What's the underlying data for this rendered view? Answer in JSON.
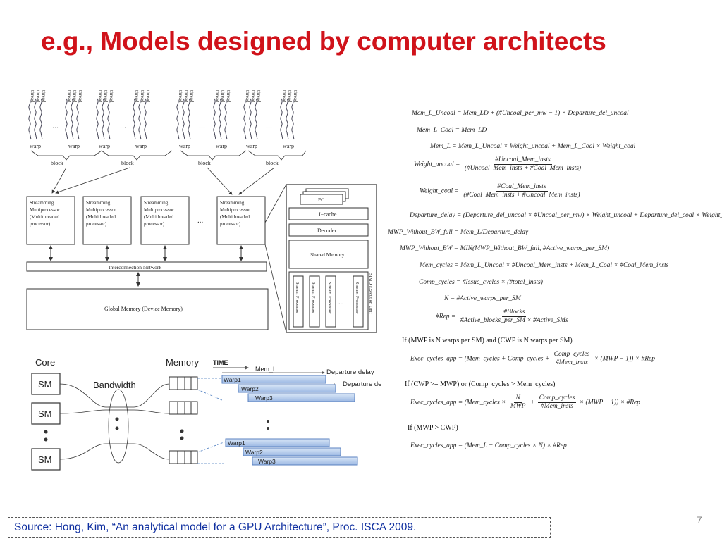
{
  "title": "e.g., Models designed by computer architects",
  "arch": {
    "thread_label": "thread",
    "warp_label": "warp",
    "block_label": "block",
    "sm_lines": [
      "Streamming",
      "Multiprocessor",
      "(Multithreaded",
      "processor)"
    ],
    "ellipsis": "...",
    "interconnect": "Interconnection Network",
    "global_memory": "Global Memory (Device Memory)",
    "pc": "PC",
    "icache": "I−cache",
    "decoder": "Decoder",
    "shared_memory": "Shared Memory",
    "stream_processor": "Stream Processor",
    "simd_unit": "SIMD Execution Unit"
  },
  "warp_diagram": {
    "core": "Core",
    "memory": "Memory",
    "sm": "SM",
    "bandwidth": "Bandwidth",
    "time": "TIME",
    "mem_l": "Mem_L",
    "departure_delay": "Departure delay",
    "departure_delay_cut": "Departure de",
    "warps": [
      "Warp1",
      "Warp2",
      "Warp3"
    ]
  },
  "equations": {
    "mem_l_uncoal_lhs": "Mem_L_Uncoal =",
    "mem_l_uncoal_rhs": "Mem_LD + (#Uncoal_per_mw − 1) × Departure_del_uncoal",
    "mem_l_coal": "Mem_L_Coal = Mem_LD",
    "mem_l": "Mem_L = Mem_L_Uncoal × Weight_uncoal + Mem_L_Coal × Weight_coal",
    "weight_uncoal_lhs": "Weight_uncoal =",
    "weight_uncoal_num": "#Uncoal_Mem_insts",
    "weight_uncoal_den": "(#Uncoal_Mem_insts + #Coal_Mem_insts)",
    "weight_coal_lhs": "Weight_coal =",
    "weight_coal_num": "#Coal_Mem_insts",
    "weight_coal_den": "(#Coal_Mem_insts + #Uncoal_Mem_insts)",
    "departure_delay": "Departure_delay = (Departure_del_uncoal × #Uncoal_per_mw) × Weight_uncoal + Departure_del_coal × Weight_coal",
    "mwp_without_bw_full": "MWP_Without_BW_full = Mem_L/Departure_delay",
    "mwp_without_bw": "MWP_Without_BW = MIN(MWP_Without_BW_full, #Active_warps_per_SM)",
    "mem_cycles": "Mem_cycles = Mem_L_Uncoal × #Uncoal_Mem_insts + Mem_L_Coal × #Coal_Mem_insts",
    "comp_cycles": "Comp_cycles = #Issue_cycles × (#total_insts)",
    "n_def": "N = #Active_warps_per_SM",
    "rep_lhs": "#Rep =",
    "rep_num": "#Blocks",
    "rep_den": "#Active_blocks_per_SM × #Active_SMs",
    "cond1": "If (MWP is N warps per SM) and (CWP is N warps per SM)",
    "exec1_lhs": "Exec_cycles_app = (Mem_cycles + Comp_cycles +",
    "exec1_num": "Comp_cycles",
    "exec1_den": "#Mem_insts",
    "exec1_rhs": "× (MWP − 1)) × #Rep",
    "cond2": "If (CWP >= MWP) or (Comp_cycles > Mem_cycles)",
    "exec2_lhs": "Exec_cycles_app = (Mem_cycles ×",
    "exec2_n_num": "N",
    "exec2_n_den": "MWP",
    "exec2_plus": "+",
    "exec2_num": "Comp_cycles",
    "exec2_den": "#Mem_insts",
    "exec2_rhs": "× (MWP − 1)) × #Rep",
    "cond3": "If (MWP > CWP)",
    "exec3": "Exec_cycles_app = (Mem_L + Comp_cycles × N) × #Rep"
  },
  "source": "Source: Hong, Kim, “An  analytical model for a GPU Architecture”, Proc. ISCA 2009.",
  "page_number": "7"
}
